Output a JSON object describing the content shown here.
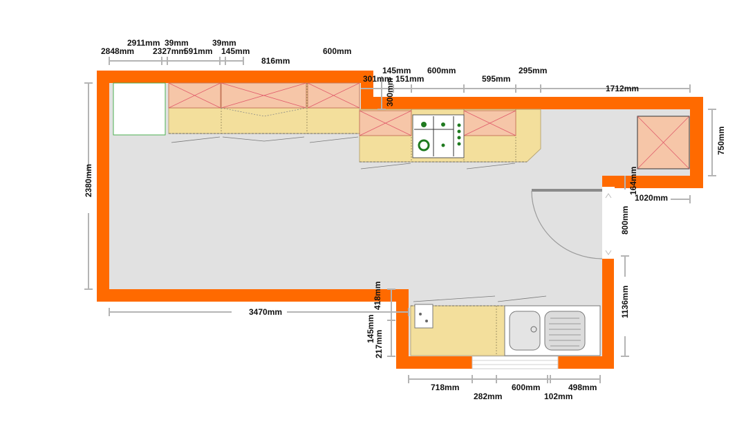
{
  "plan": {
    "colors": {
      "wall": "#ff6a00",
      "floor": "#e1e1e1",
      "base_cabinet": "#f3df9c",
      "wall_cabinet": "#f6c6a8",
      "fridge": "#ffffff",
      "dimension_line": "#b4b4b4",
      "text": "#111111"
    },
    "fixtures": [
      {
        "name": "fridge",
        "icon": "white-box"
      },
      {
        "name": "wall-cabinets-left",
        "count": 3
      },
      {
        "name": "wall-cabinets-right",
        "count": 2
      },
      {
        "name": "hob",
        "burners": 4,
        "icon": "gas-hob-icon"
      },
      {
        "name": "oven-knobs",
        "count": 4
      },
      {
        "name": "tall-unit",
        "icon": "crossed-box"
      },
      {
        "name": "door",
        "icon": "door-swing-icon"
      },
      {
        "name": "sink",
        "icon": "sink-drainer-icon"
      },
      {
        "name": "socket",
        "icon": "socket-icon"
      }
    ],
    "dimensions": {
      "d2911": "2911mm",
      "d39a": "39mm",
      "d39b": "39mm",
      "d2848": "2848mm",
      "d2327": "2327mm",
      "d591": "591mm",
      "d145a": "145mm",
      "d816": "816mm",
      "d600a": "600mm",
      "d145b": "145mm",
      "d600b": "600mm",
      "d295": "295mm",
      "d301": "301mm",
      "d151": "151mm",
      "d595": "595mm",
      "d300": "300mm",
      "d1712": "1712mm",
      "d2380": "2380mm",
      "d750": "750mm",
      "d164": "164mm",
      "d1020": "1020mm",
      "d800": "800mm",
      "d1136": "1136mm",
      "d3470": "3470mm",
      "d418": "418mm",
      "d145c": "145mm",
      "d217": "217mm",
      "d718": "718mm",
      "d600c": "600mm",
      "d498": "498mm",
      "d282": "282mm",
      "d102": "102mm"
    }
  }
}
